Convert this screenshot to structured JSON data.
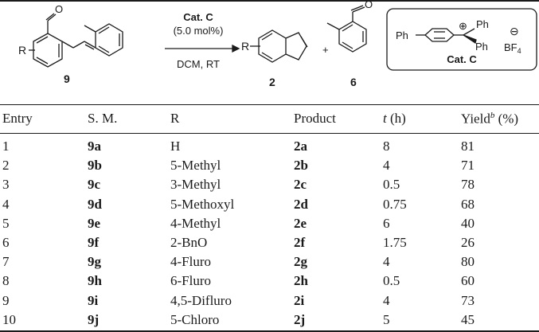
{
  "scheme": {
    "sm_label": "9",
    "product_label": "2",
    "byproduct_label": "6",
    "r_group": "R",
    "r_group_product": "R",
    "catalyst_name": "Cat. C",
    "catalyst_loading": "(5.0 mol%)",
    "conditions": "DCM, RT",
    "plus": "+",
    "cat_box_label": "Cat. C",
    "cat_ph_1": "Ph",
    "cat_ph_2": "Ph",
    "cat_ph_3": "Ph",
    "cat_counterion": "BF",
    "cat_counterion_sub": "4",
    "cat_charge_plus": "⊕",
    "cat_charge_minus": "⊖",
    "aldehyde_o_1": "O",
    "aldehyde_o_2": "O"
  },
  "table": {
    "headers": {
      "entry": "Entry",
      "sm": "S. M.",
      "r": "R",
      "product": "Product",
      "t_var": "t",
      "t_unit": " (h)",
      "yield_base": "Yield",
      "yield_sup": "b",
      "yield_unit": " (%)"
    },
    "rows": [
      {
        "entry": "1",
        "sm": "9a",
        "r": "H",
        "product": "2a",
        "t": "8",
        "yield": "81"
      },
      {
        "entry": "2",
        "sm": "9b",
        "r": "5-Methyl",
        "product": "2b",
        "t": "4",
        "yield": "71"
      },
      {
        "entry": "3",
        "sm": "9c",
        "r": "3-Methyl",
        "product": "2c",
        "t": "0.5",
        "yield": "78"
      },
      {
        "entry": "4",
        "sm": "9d",
        "r": "5-Methoxyl",
        "product": "2d",
        "t": "0.75",
        "yield": "68"
      },
      {
        "entry": "5",
        "sm": "9e",
        "r": "4-Methyl",
        "product": "2e",
        "t": "6",
        "yield": "40"
      },
      {
        "entry": "6",
        "sm": "9f",
        "r": "2-BnO",
        "product": "2f",
        "t": "1.75",
        "yield": "26"
      },
      {
        "entry": "7",
        "sm": "9g",
        "r": "4-Fluro",
        "product": "2g",
        "t": "4",
        "yield": "80"
      },
      {
        "entry": "8",
        "sm": "9h",
        "r": "6-Fluro",
        "product": "2h",
        "t": "0.5",
        "yield": "60"
      },
      {
        "entry": "9",
        "sm": "9i",
        "r": "4,5-Difluro",
        "product": "2i",
        "t": "4",
        "yield": "73"
      },
      {
        "entry": "10",
        "sm": "9j",
        "r": "5-Chloro",
        "product": "2j",
        "t": "5",
        "yield": "45"
      }
    ]
  }
}
